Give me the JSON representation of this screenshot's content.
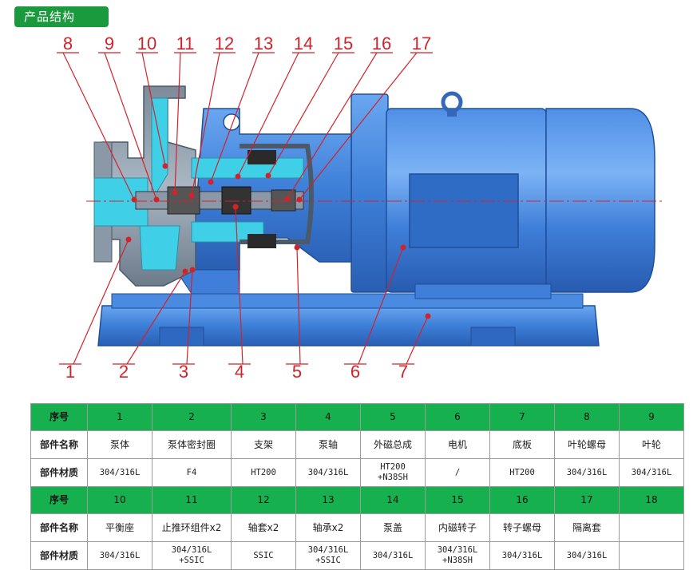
{
  "section_title": "产品结构",
  "callouts": {
    "top": [
      "8",
      "9",
      "10",
      "11",
      "12",
      "13",
      "14",
      "15",
      "16",
      "17"
    ],
    "bottom": [
      "1",
      "2",
      "3",
      "4",
      "5",
      "6",
      "7"
    ]
  },
  "table": {
    "rows": [
      {
        "type": "head",
        "cells": [
          "序号",
          "1",
          "2",
          "3",
          "4",
          "5",
          "6",
          "7",
          "8",
          "9"
        ]
      },
      {
        "type": "body",
        "cells": [
          "部件名称",
          "泵体",
          "泵体密封圈",
          "支架",
          "泵轴",
          "外磁总成",
          "电机",
          "底板",
          "叶轮螺母",
          "叶轮"
        ]
      },
      {
        "type": "body",
        "cells": [
          "部件材质",
          "304/316L",
          "F4",
          "HT200",
          "304/316L",
          "HT200\n+N38SH",
          "/",
          "HT200",
          "304/316L",
          "304/316L"
        ]
      },
      {
        "type": "head",
        "cells": [
          "序号",
          "10",
          "11",
          "12",
          "13",
          "14",
          "15",
          "16",
          "17",
          "18"
        ]
      },
      {
        "type": "body",
        "cells": [
          "部件名称",
          "平衡座",
          "止推环组件x2",
          "轴套x2",
          "轴承x2",
          "泵盖",
          "内磁转子",
          "转子螺母",
          "隔离套",
          ""
        ]
      },
      {
        "type": "body",
        "cells": [
          "部件材质",
          "304/316L",
          "304/316L\n+SSIC",
          "SSIC",
          "304/316L\n+SSIC",
          "304/316L",
          "304/316L\n+N38SH",
          "304/316L",
          "304/316L",
          ""
        ]
      }
    ]
  },
  "colors": {
    "tag_green": "#1a9a3c",
    "table_head_green": "#17b04e",
    "callout_red": "#d2232a",
    "pump_blue": "#3d7fd8",
    "section_cyan": "#3fd0e8"
  },
  "icons": [
    "pump-cross-section-illustration",
    "leader-line",
    "marker-dot"
  ]
}
